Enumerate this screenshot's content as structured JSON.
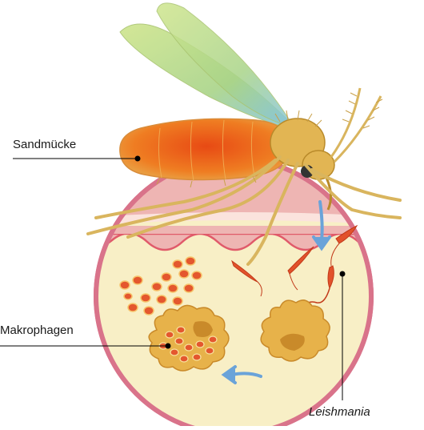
{
  "labels": {
    "sandfly": "Sandmücke",
    "macrophages": "Makrophagen",
    "parasite": "Leishmania"
  },
  "colors": {
    "skin_outer": "#e8a2a8",
    "skin_dermis": "#f8efc6",
    "ring": "#d9738a",
    "body_orange": "#ef6a1c",
    "wing_green": "#b9d87a",
    "wing_blue": "#8ec7dc",
    "leg_tan": "#d9b55e",
    "cell_tan": "#e7b24a",
    "arrow_blue": "#6aa3d9"
  }
}
